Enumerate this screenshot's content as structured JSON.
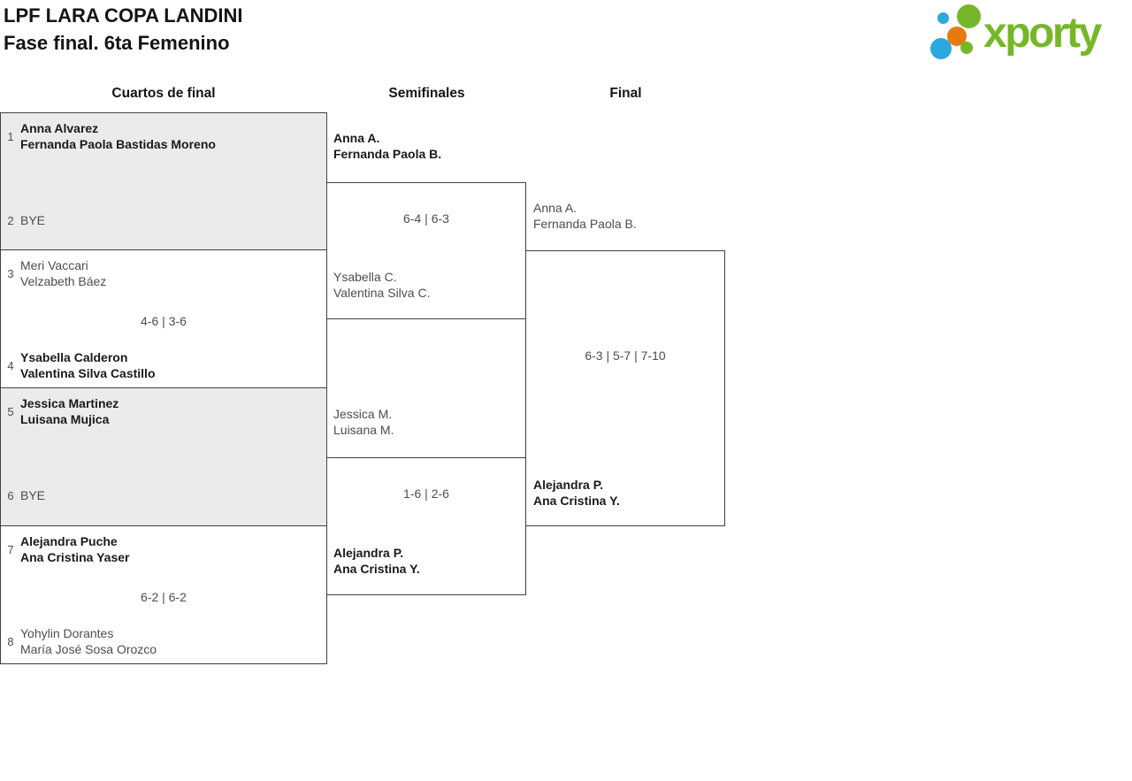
{
  "title": {
    "line1": "LPF LARA COPA LANDINI",
    "line2": "Fase final. 6ta Femenino"
  },
  "logo": {
    "text": "xporty",
    "colors": {
      "green": "#76b72a",
      "blue": "#2aa8e0",
      "orange": "#e8790f"
    }
  },
  "columns": {
    "quarterfinals": "Cuartos de final",
    "semifinals": "Semifinales",
    "final": "Final"
  },
  "bracket": {
    "quarterfinals": [
      {
        "top": {
          "seed": "1",
          "line1": "Anna Alvarez",
          "line2": "Fernanda Paola Bastidas Moreno"
        },
        "bottom": {
          "seed": "2",
          "line1": "BYE",
          "line2": ""
        },
        "score": ""
      },
      {
        "top": {
          "seed": "3",
          "line1": "Meri Vaccari",
          "line2": "Velzabeth Báez"
        },
        "bottom": {
          "seed": "4",
          "line1": "Ysabella Calderon",
          "line2": "Valentina Silva Castillo"
        },
        "score": "4-6 | 3-6"
      },
      {
        "top": {
          "seed": "5",
          "line1": "Jessica Martinez",
          "line2": "Luisana Mujica"
        },
        "bottom": {
          "seed": "6",
          "line1": "BYE",
          "line2": ""
        },
        "score": ""
      },
      {
        "top": {
          "seed": "7",
          "line1": "Alejandra Puche",
          "line2": "Ana Cristina Yaser"
        },
        "bottom": {
          "seed": "8",
          "line1": "Yohylin Dorantes",
          "line2": "María José Sosa Orozco"
        },
        "score": "6-2 | 6-2"
      }
    ],
    "semifinals": [
      {
        "top": {
          "line1": "Anna A.",
          "line2": "Fernanda Paola B."
        },
        "bottom": {
          "line1": "Ysabella C.",
          "line2": "Valentina Silva C."
        },
        "score": "6-4 | 6-3"
      },
      {
        "top": {
          "line1": "Jessica M.",
          "line2": "Luisana M."
        },
        "bottom": {
          "line1": "Alejandra P.",
          "line2": "Ana Cristina Y."
        },
        "score": "1-6 | 2-6"
      }
    ],
    "final": {
      "top": {
        "line1": "Anna A.",
        "line2": "Fernanda Paola B."
      },
      "bottom": {
        "line1": "Alejandra P.",
        "line2": "Ana Cristina Y."
      },
      "score": "6-3 | 5-7 | 7-10"
    }
  },
  "style_colors": {
    "bye_box_fill": "#ebebeb",
    "border": "#404040",
    "winner_text": "#1a1a1a",
    "secondary_text": "#4d4d4d"
  }
}
